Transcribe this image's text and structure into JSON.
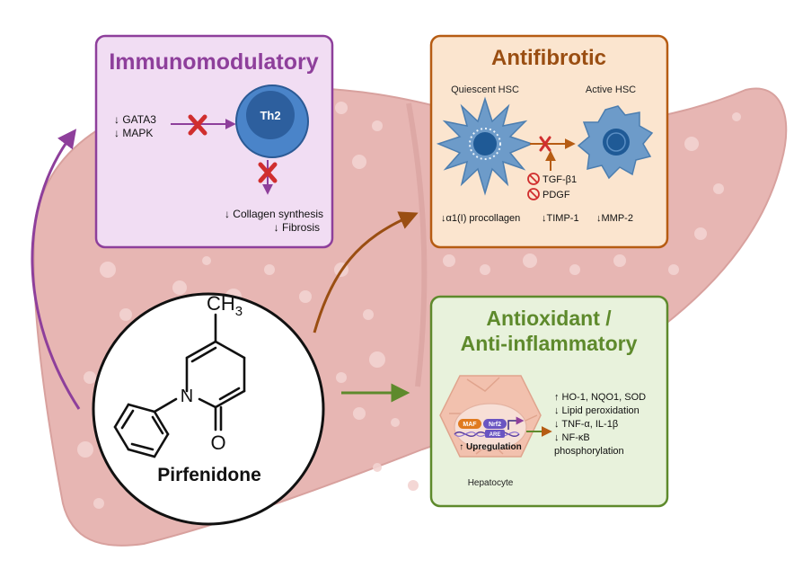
{
  "panels": {
    "immuno": {
      "title": "Immunomodulatory",
      "inputs": [
        "↓ GATA3",
        "↓ MAPK"
      ],
      "cell": "Th2",
      "outputs": [
        "↓ Collagen synthesis",
        "↓ Fibrosis"
      ]
    },
    "antifibrotic": {
      "title": "Antifibrotic",
      "quiescent_label": "Quiescent HSC",
      "active_label": "Active HSC",
      "inhibitors": [
        "TGF-β1",
        "PDGF"
      ],
      "markers": [
        "↓α1(I) procollagen",
        "↓TIMP-1",
        "↓MMP-2"
      ]
    },
    "antioxidant": {
      "title_line1": "Antioxidant /",
      "title_line2": "Anti-inflammatory",
      "maf": "MAF",
      "nrf2": "Nrf2",
      "are": "ARE",
      "upregulation": "↑ Upregulation",
      "effects": [
        "↑ HO-1, NQO1, SOD",
        "↓ Lipid peroxidation",
        "↓ TNF-α, IL-1β",
        "↓ NF-κB",
        "phosphorylation"
      ],
      "cell_label": "Hepatocyte"
    }
  },
  "molecule": {
    "name": "Pirfenidone",
    "atom_n": "N",
    "atom_o": "O",
    "methyl_c": "CH",
    "methyl_sub": "3"
  },
  "colors": {
    "immuno_border": "#8e3f9b",
    "immuno_fill": "#f1ddf3",
    "antifibrotic_border": "#b65c13",
    "antifibrotic_fill": "#fbe5cf",
    "antioxidant_border": "#5e8a2c",
    "antioxidant_fill": "#e8f2dc",
    "liver": "#e7b6b3",
    "inhibit": "#d02e2e"
  }
}
